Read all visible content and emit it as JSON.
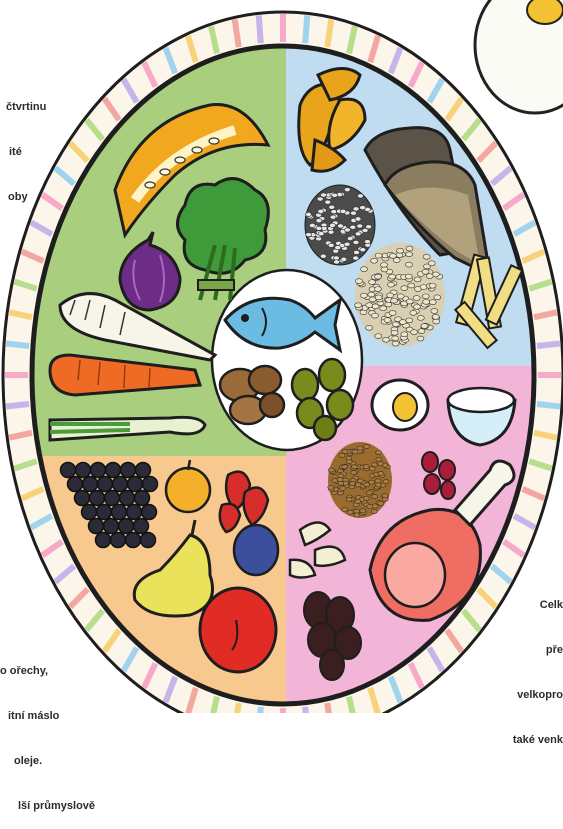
{
  "top_left_text": [
    "čtvrtinu",
    "ité",
    "oby"
  ],
  "bottom_left_text": [
    "o ořechy,",
    "itní máslo",
    "oleje.",
    "lší průmyslově"
  ],
  "bottom_right_text": [
    "Celk",
    "pře",
    "velkopro",
    "také venk"
  ],
  "colors": {
    "vegetables": "#a9cf7e",
    "grains": "#bfdcf0",
    "fruit": "#f7c98f",
    "protein": "#f2b5d8",
    "center": "#ffffff",
    "rim": "#fbf5ea"
  },
  "sections": [
    {
      "name": "vegetables",
      "items": [
        "pumpkin-icon",
        "lettuce-icon",
        "onion-icon",
        "parsnip-icon",
        "carrot-icon",
        "leek-icon"
      ]
    },
    {
      "name": "grains",
      "items": [
        "potato-icon",
        "bread-icon",
        "rice-icon",
        "barley-icon",
        "pasta-icon"
      ]
    },
    {
      "name": "fruit",
      "items": [
        "grapes-icon",
        "apricot-icon",
        "strawberry-icon",
        "plum-icon",
        "pear-icon",
        "apple-icon"
      ]
    },
    {
      "name": "protein",
      "items": [
        "egg-icon",
        "cottage-cheese-icon",
        "lentils-icon",
        "beans-icon",
        "cashew-icon",
        "ham-icon",
        "red-beans-icon"
      ]
    },
    {
      "name": "center",
      "items": [
        "fish-icon",
        "walnuts-icon",
        "olives-icon"
      ]
    }
  ]
}
